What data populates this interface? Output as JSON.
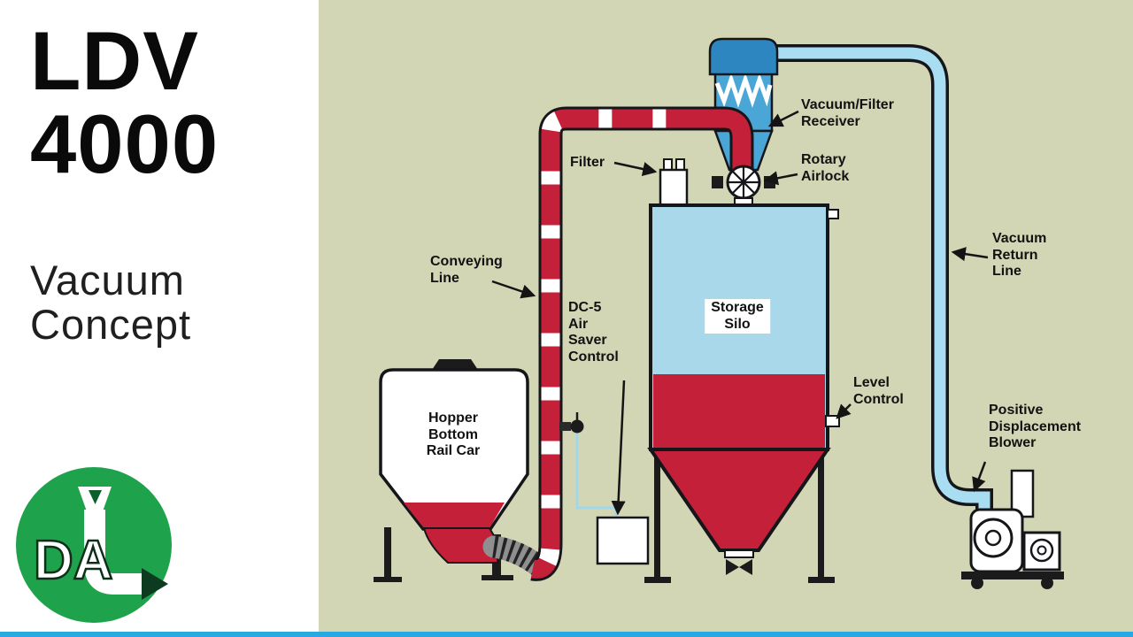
{
  "left_panel": {
    "title": "LDV\n4000",
    "subtitle": "Vacuum\nConcept",
    "logo_letters": "DA",
    "logo_color": "#1fa24c"
  },
  "diagram": {
    "background_color": "#d3d6b5",
    "labels": {
      "vacuum_filter_receiver": "Vacuum/Filter\nReceiver",
      "filter": "Filter",
      "rotary_airlock": "Rotary\nAirlock",
      "conveying_line": "Conveying\nLine",
      "vacuum_return_line": "Vacuum\nReturn\nLine",
      "dc5_air_saver_control": "DC-5\nAir\nSaver\nControl",
      "storage_silo": "Storage\nSilo",
      "hopper_bottom_rail_car": "Hopper\nBottom\nRail Car",
      "level_control": "Level\nControl",
      "blower": "Positive\nDisplacement\nBlower"
    },
    "colors": {
      "material_red": "#c5203a",
      "silo_air_blue": "#a9d8ea",
      "receiver_blue": "#49a6d6",
      "return_line_blue": "#a8ddf2"
    }
  },
  "bottom_bar_color": "#29a9e1"
}
